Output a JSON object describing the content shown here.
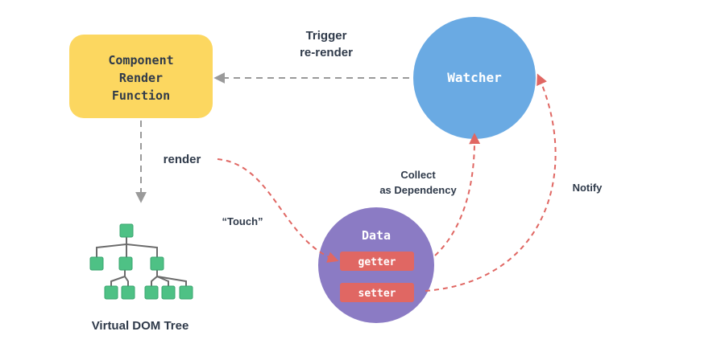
{
  "nodes": {
    "component": {
      "lines": [
        "Component",
        "Render",
        "Function"
      ]
    },
    "watcher": {
      "label": "Watcher"
    },
    "data": {
      "label": "Data",
      "getter": "getter",
      "setter": "setter"
    },
    "vdom": {
      "label": "Virtual DOM Tree"
    }
  },
  "edges": {
    "trigger": [
      "Trigger",
      "re-render"
    ],
    "render": "render",
    "touch": "“Touch”",
    "collect": [
      "Collect",
      "as Dependency"
    ],
    "notify": "Notify"
  },
  "colors": {
    "component_fill": "#fcd760",
    "component_text": "#2f3a4a",
    "watcher_fill": "#6aaae3",
    "data_fill": "#8b7bc4",
    "pill_fill": "#e06763",
    "node_text": "#2f3a4a",
    "label_text": "#2f3a4a",
    "gray_arrow": "#9a9a9a",
    "red_arrow": "#e06763",
    "cube": "#4ec185"
  }
}
